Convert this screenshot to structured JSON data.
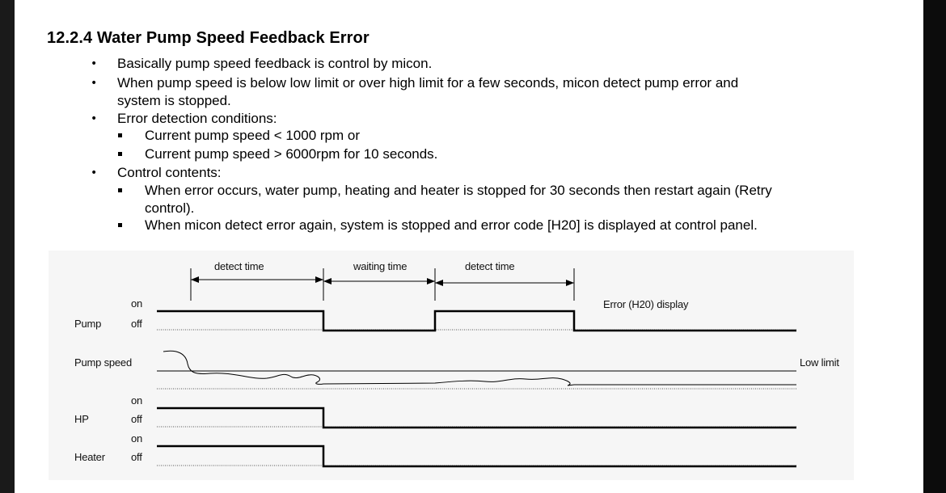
{
  "heading": "12.2.4 Water Pump Speed Feedback Error",
  "bullets": {
    "b1": "Basically pump speed feedback is control by micon.",
    "b2_line1": "When pump speed is below low limit or over high limit for a few seconds, micon detect pump error and",
    "b2_line2": "system is stopped.",
    "b3": "Error detection conditions:",
    "b3_sub1": "Current pump speed < 1000 rpm or",
    "b3_sub2": "Current pump speed > 6000rpm for 10 seconds.",
    "b4": "Control contents:",
    "b4_sub1_line1": "When error occurs, water pump, heating and heater is stopped for 30 seconds then restart again (Retry",
    "b4_sub1_line2": "control).",
    "b4_sub2": "When micon detect error again, system is stopped and error code [H20] is displayed at control panel."
  },
  "diagram": {
    "interval_labels": [
      "detect time",
      "waiting time",
      "detect time"
    ],
    "error_label": "Error (H20) display",
    "pump_label": "Pump",
    "pump_on": "on",
    "pump_off": "off",
    "pump_speed_label": "Pump speed",
    "low_limit_label": "Low limit",
    "hp_label": "HP",
    "hp_on": "on",
    "hp_off": "off",
    "heater_label": "Heater",
    "heater_on": "on",
    "heater_off": "off"
  }
}
